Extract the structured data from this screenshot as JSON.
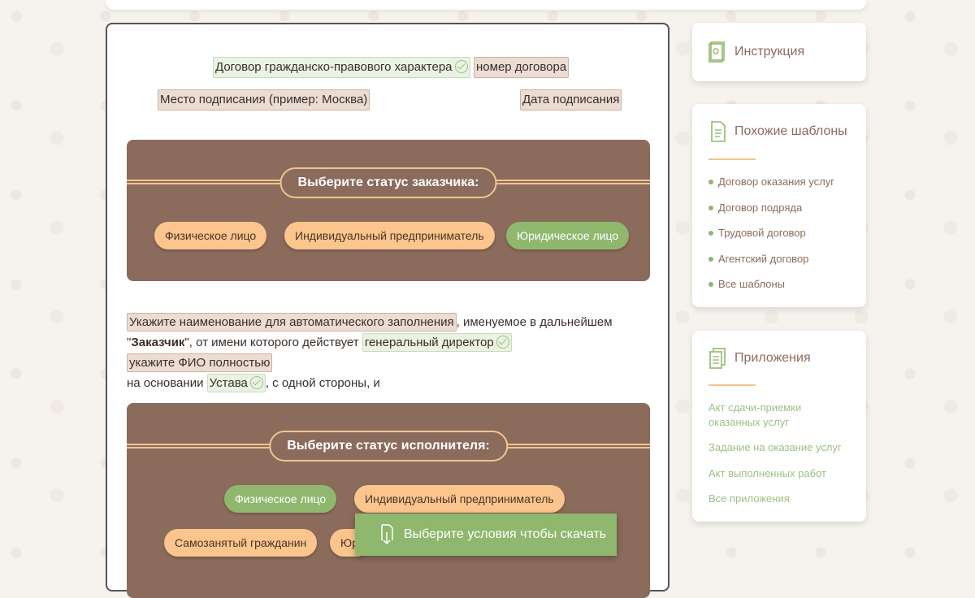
{
  "document": {
    "contract_type": "Договор гражданско-правового характера",
    "contract_number": "номер договора",
    "signing_place": "Место подписания (пример: Москва)",
    "signing_date": "Дата подписания"
  },
  "customer_status": {
    "title": "Выберите статус заказчика:",
    "options": [
      "Физическое лицо",
      "Индивидуальный предприниматель",
      "Юридическое лицо"
    ]
  },
  "customer_paragraph": {
    "name_field": "Укажите наименование для автоматического заполнения",
    "text_1": ", именуемое в дальнейшем",
    "quote_open": "\"",
    "role": "Заказчик",
    "text_2": "\", от имени которого действует",
    "position_field": "генеральный директор",
    "fio_field": "укажите ФИО полностью",
    "text_3": "на основании",
    "basis_field": "Устава",
    "text_4": ", с одной стороны, и"
  },
  "executor_status": {
    "title": "Выберите статус исполнителя:",
    "options": [
      "Физическое лицо",
      "Индивидуальный предприниматель",
      "Самозанятый гражданин",
      "Юр"
    ]
  },
  "sidebar": {
    "instruction": "Инструкция",
    "similar": {
      "title": "Похожие шаблоны",
      "items": [
        "Договор оказания услуг",
        "Договор подряда",
        "Трудовой договор",
        "Агентский договор",
        "Все шаблоны"
      ]
    },
    "attachments": {
      "title": "Приложения",
      "items": [
        "Акт сдачи-приемки оказанных услуг",
        "Задание на оказание услуг",
        "Акт выполненных работ",
        "Все приложения"
      ]
    }
  },
  "download_button": "Выберите условия чтобы скачать",
  "colors": {
    "brown": "#8b6b5c",
    "orange": "#fbc58d",
    "green": "#8fb86e",
    "gold": "#f0c58e"
  }
}
